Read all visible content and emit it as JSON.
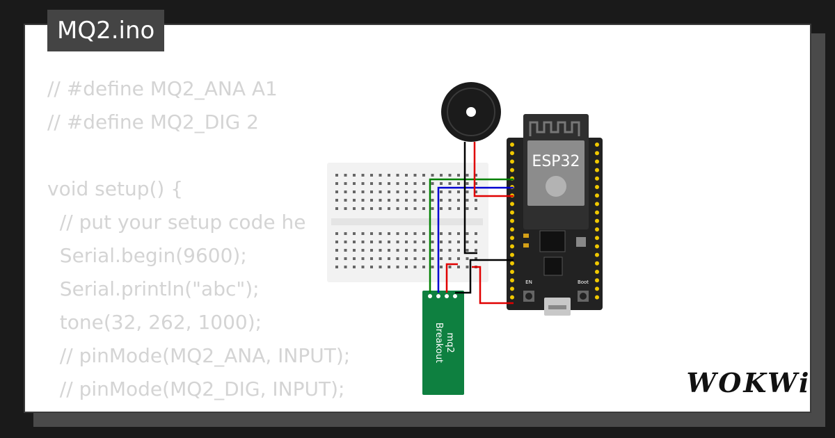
{
  "file": {
    "name": "MQ2.ino"
  },
  "code": {
    "lines": [
      "// #define MQ2_ANA A1",
      "// #define MQ2_DIG 2",
      "",
      "void setup() {",
      "  // put your setup code he",
      "  Serial.begin(9600);",
      "  Serial.println(\"abc\");",
      "  tone(32, 262, 1000);",
      "  // pinMode(MQ2_ANA, INPUT);",
      "  // pinMode(MQ2_DIG, INPUT);",
      "}"
    ]
  },
  "components": {
    "esp32_label": "ESP32",
    "sensor_label_line1": "mq2",
    "sensor_label_line2": "Breakout",
    "boot_label": "Boot",
    "en_label": "EN"
  },
  "brand": {
    "logo_text": "WOKWi"
  },
  "colors": {
    "wire_red": "#e00000",
    "wire_black": "#000000",
    "wire_blue": "#0000d0",
    "wire_green": "#008000",
    "sensor_green": "#0e8040",
    "board_dark": "#222222",
    "pin_yellow": "#f0c800"
  }
}
